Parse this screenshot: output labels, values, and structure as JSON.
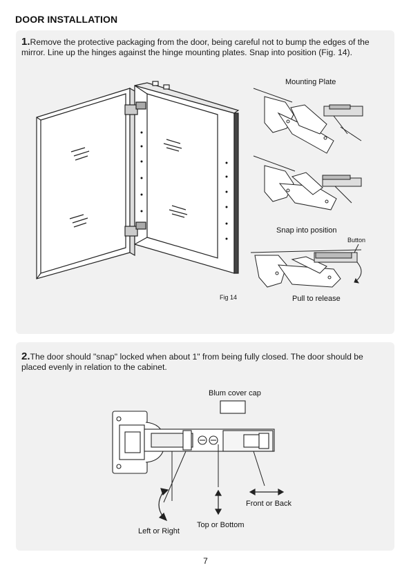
{
  "section_title": "DOOR INSTALLATION",
  "step1": {
    "number": "1.",
    "text": "Remove the protective packaging from the door, being careful not to bump the edges of the mirror. Line up the hinges against the hinge mounting plates. Snap into position (Fig. 14).",
    "labels": {
      "mounting_plate": "Mounting Plate",
      "snap": "Snap into position",
      "button": "Button",
      "pull": "Pull to release",
      "fig": "Fig 14"
    }
  },
  "step2": {
    "number": "2.",
    "text": "The door should \"snap\" locked when about 1\" from being fully closed. The door should be placed evenly in relation to the cabinet.",
    "labels": {
      "cover_cap": "Blum cover cap",
      "front_back": "Front or Back",
      "top_bottom": "Top or Bottom",
      "left_right": "Left or Right"
    }
  },
  "page_number": "7"
}
